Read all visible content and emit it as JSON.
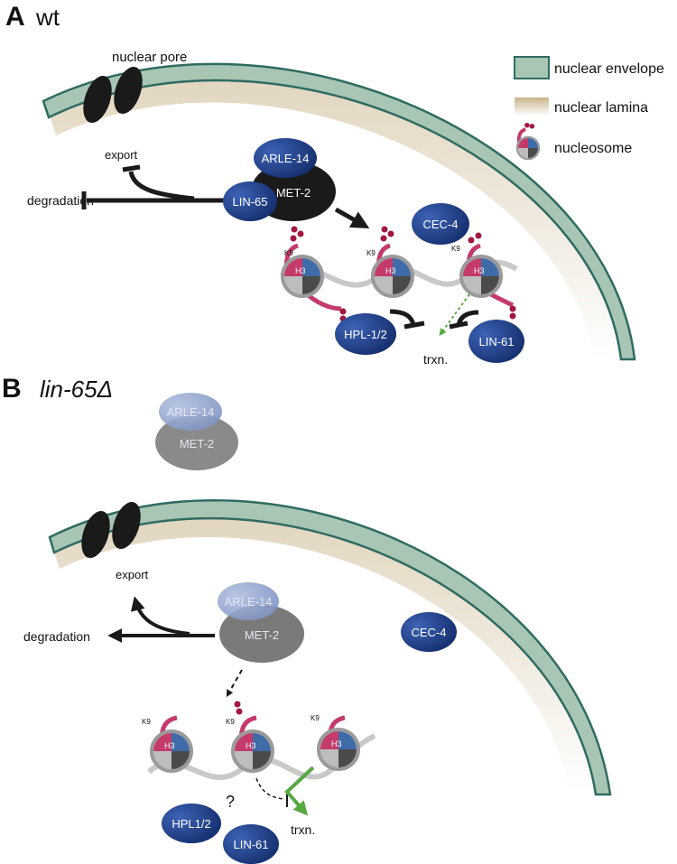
{
  "panel_a": {
    "letter": "A",
    "genotype": "wt",
    "pore_label": "nuclear pore",
    "export_label": "export",
    "degradation_label": "degradation",
    "proteins": {
      "arle14": "ARLE-14",
      "met2": "MET-2",
      "lin65": "LIN-65",
      "cec4": "CEC-4",
      "hpl": "HPL-1/2",
      "lin61": "LIN-61"
    },
    "k9": "K9",
    "h3": "H3",
    "trxn": "trxn."
  },
  "panel_b": {
    "letter": "B",
    "genotype": "lin-65Δ",
    "export_label": "export",
    "degradation_label": "degradation",
    "proteins": {
      "arle14": "ARLE-14",
      "met2": "MET-2",
      "cec4": "CEC-4",
      "hpl": "HPL1/2",
      "lin61": "LIN-61"
    },
    "question": "?",
    "k9": "K9",
    "h3": "H3",
    "trxn": "trxn."
  },
  "legend": {
    "envelope": "nuclear envelope",
    "lamina": "nuclear lamina",
    "nucleosome": "nucleosome"
  },
  "colors": {
    "envelope_fill": "#a8c6b3",
    "envelope_stroke": "#2f6b62",
    "lamina": "#d9c59a",
    "protein_blue": "#1f3f85",
    "met2_black": "#1a1a1a",
    "h3_tail": "#c43a6b",
    "methyl_dot": "#a3183f",
    "trxn_green": "#58a843"
  }
}
